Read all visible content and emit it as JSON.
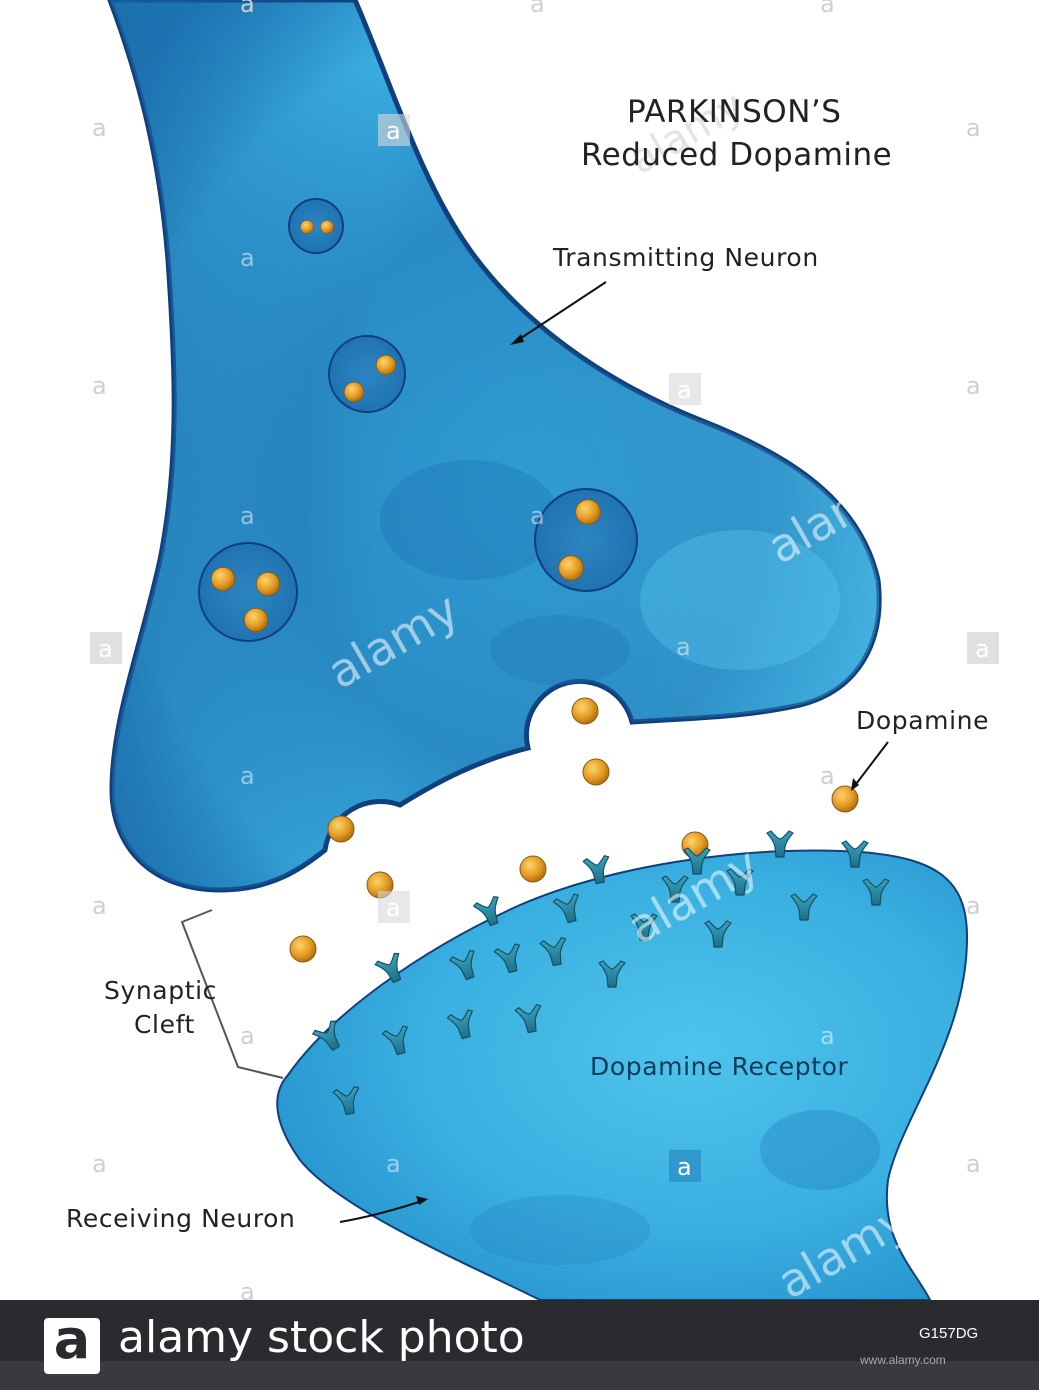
{
  "title": {
    "line1": "PARKINSON’S",
    "line2": "Reduced Dopamine"
  },
  "labels": {
    "transmitting": "Transmitting Neuron",
    "dopamine": "Dopamine",
    "synaptic_line1": "Synaptic",
    "synaptic_line2": "Cleft",
    "receptor": "Dopamine Receptor",
    "receiving": "Receiving Neuron"
  },
  "watermark": {
    "word": "alamy",
    "letter": "a"
  },
  "footer": {
    "logo_letter": "a",
    "brand": "alamy stock photo",
    "image_id": "G157DG",
    "url": "www.alamy.com"
  },
  "colors": {
    "neuron_dark": "#1a6fae",
    "neuron_light": "#39b3e3",
    "outline": "#0f3f7d",
    "receiving_light": "#4cc0ea",
    "dopamine": "#e6a22a",
    "receptor": "#2a8aa3",
    "text": "#222222"
  },
  "icons": [
    "dopamine-molecule-icon",
    "receptor-icon",
    "alamy-logo-icon"
  ]
}
